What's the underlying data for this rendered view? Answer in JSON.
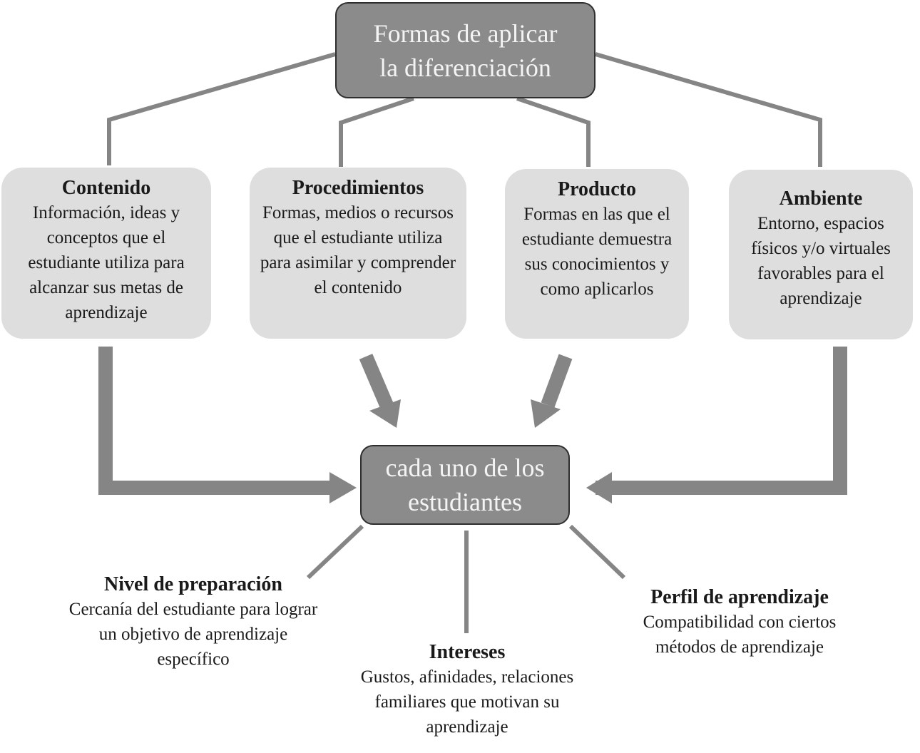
{
  "root": {
    "line1": "Formas de aplicar",
    "line2": "la diferenciación"
  },
  "categories": [
    {
      "title": "Contenido",
      "desc": "Información, ideas y conceptos que el estudiante utiliza para alcanzar sus metas de aprendizaje"
    },
    {
      "title": "Procedimientos",
      "desc": "Formas, medios o recursos que el estudiante utiliza para asimilar y comprender el contenido"
    },
    {
      "title": "Producto",
      "desc": "Formas en las que el estudiante demuestra sus conocimientos y como aplicarlos"
    },
    {
      "title": "Ambiente",
      "desc": "Entorno, espacios físicos y/o virtuales favorables para el aprendizaje"
    }
  ],
  "center": {
    "line1": "cada uno de los",
    "line2": "estudiantes"
  },
  "factors": [
    {
      "title": "Nivel de preparación",
      "desc": "Cercanía del estudiante para lograr un objetivo de aprendizaje específico"
    },
    {
      "title": "Intereses",
      "desc": "Gustos, afinidades, relaciones familiares que motivan su aprendizaje"
    },
    {
      "title": "Perfil de aprendizaje",
      "desc": "Compatibilidad con ciertos métodos de aprendizaje"
    }
  ],
  "colors": {
    "box_dark": "#8b8b8b",
    "box_light": "#dedede",
    "connector": "#858585",
    "text_light": "#f4f4f4"
  }
}
